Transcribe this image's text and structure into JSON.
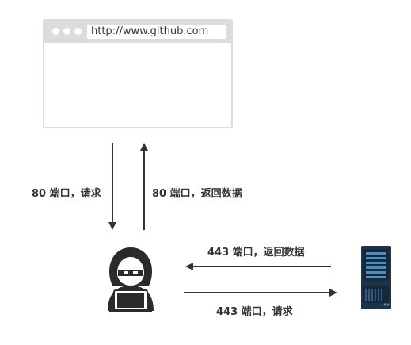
{
  "browser": {
    "url": "http://www.github.com",
    "icons": [
      "dot",
      "dot",
      "dot"
    ]
  },
  "labels": {
    "http_request": "80 端口，请求",
    "http_response": "80 端口，返回数据",
    "https_response": "443 端口，返回数据",
    "https_request": "443 端口，请求"
  },
  "actors": {
    "attacker_icon": "hooded-hacker-with-laptop-icon",
    "server_icon": "server-rack-icon"
  },
  "colors": {
    "arrow": "#333333",
    "browser_frame": "#dcdcdc",
    "server_body": "#1f3346",
    "server_accent": "#4a8fc0"
  }
}
